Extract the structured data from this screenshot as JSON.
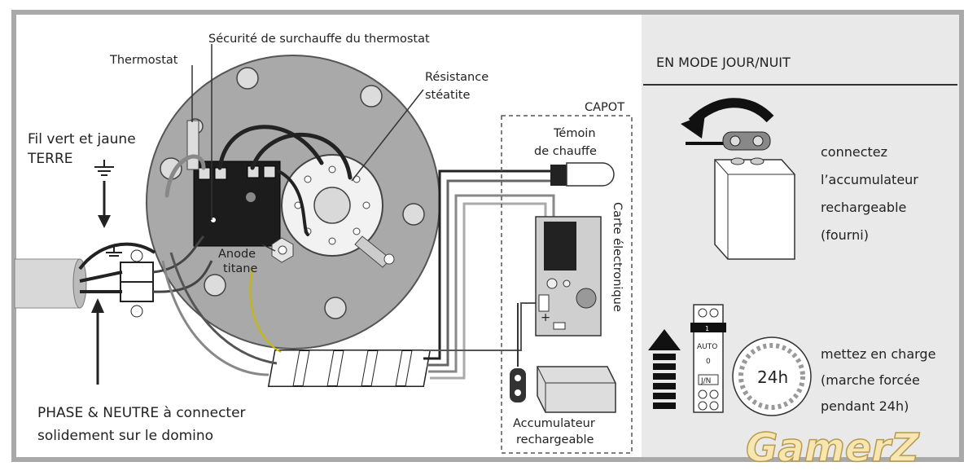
{
  "labels": {
    "securite": "Sécurité de surchauffe du thermostat",
    "thermostat": "Thermostat",
    "resistance_1": "Résistance",
    "resistance_2": "stéatite",
    "capot": "CAPOT",
    "temoin_1": "Témoin",
    "temoin_2": "de chauffe",
    "carte": "Carte électronique",
    "fil_1": "Fil vert et jaune",
    "fil_2": "TERRE",
    "anode_1": "Anode",
    "anode_2": "titane",
    "accu_1": "Accumulateur",
    "accu_2": "rechargeable",
    "phase_1": "PHASE & NEUTRE à connecter",
    "phase_2": "solidement sur le domino",
    "plus_sign": "+"
  },
  "panel": {
    "title": "EN MODE JOUR/NUIT",
    "connect_1": "connectez",
    "connect_2": "l’accumulateur",
    "connect_3": "rechargeable",
    "connect_4": "(fourni)",
    "charge_1": "mettez en charge",
    "charge_2": "(marche forcée",
    "charge_3": "pendant 24h)",
    "timer": "24h",
    "switch_top": "1",
    "switch_auto": "AUTO",
    "switch_zero": "0",
    "switch_jn": "J/N"
  },
  "watermark": "GamerZ",
  "colors": {
    "panel_bg": "#e9e9e9",
    "disc": "#a9a9a9",
    "frame": "#a9a9a9"
  }
}
